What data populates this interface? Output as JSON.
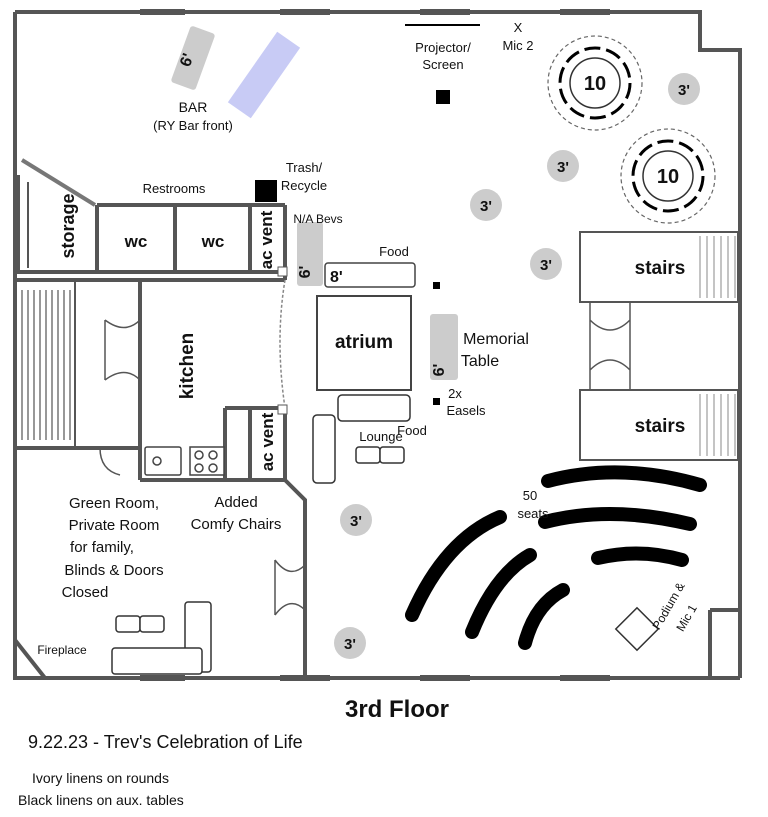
{
  "floor_title": "3rd Floor",
  "event_title": "9.22.23 - Trev's Celebration of Life",
  "notes": [
    "Ivory linens on rounds",
    "Black linens on aux. tables"
  ],
  "labels": {
    "bar": "BAR",
    "bar_sub": "(RY Bar front)",
    "projector": "Projector/",
    "projector2": "Screen",
    "mic2_x": "X",
    "mic2": "Mic 2",
    "restrooms": "Restrooms",
    "storage": "storage",
    "wc1": "wc",
    "wc2": "wc",
    "trash": "Trash/",
    "trash2": "Recycle",
    "ac_vent_top": "ac vent",
    "ac_vent_bottom": "ac vent",
    "na_bevs": "N/A Bevs",
    "food_top": "Food",
    "food_bottom": "Food",
    "kitchen": "kitchen",
    "atrium": "atrium",
    "memorial": "Memorial",
    "memorial2": "Table",
    "easels": "2x",
    "easels2": "Easels",
    "lounge": "Lounge",
    "stairs_top": "stairs",
    "stairs_bottom": "stairs",
    "seats": "50",
    "seats2": "seats",
    "podium": "Podium &",
    "podium2": "Mic 1",
    "green1": "Green Room,",
    "green2": "Private Room",
    "green3": "for family,",
    "green4": "Blinds & Doors",
    "green5": "Closed",
    "comfy1": "Added",
    "comfy2": "Comfy Chairs",
    "fireplace": "Fireplace"
  },
  "tables": {
    "round_1": "10",
    "round_2": "10",
    "t6_bar": "6'",
    "t6_bevs": "6'",
    "t8_food": "8'",
    "t6_memorial": "6'"
  },
  "cocktail_tables": [
    "3'",
    "3'",
    "3'",
    "3'",
    "3'",
    "3'"
  ],
  "colors": {
    "wall": "#555555",
    "table_gray": "#cccccc",
    "bar_front": "#c8cbf5",
    "seats": "#000000",
    "cocktail": "#cccccc"
  }
}
